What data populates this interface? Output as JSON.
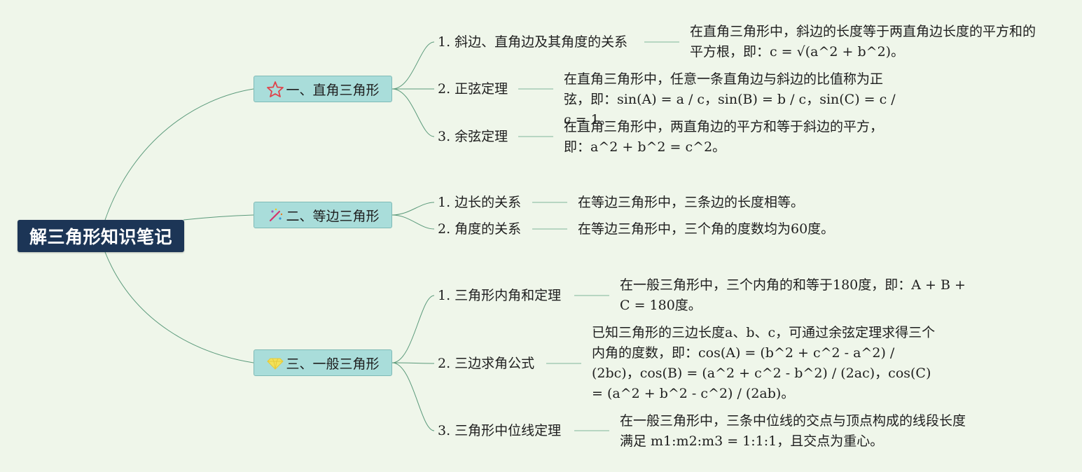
{
  "root": {
    "title": "解三角形知识笔记"
  },
  "branches": [
    {
      "title": "一、直角三角形",
      "icon": "star-icon",
      "icon_color": "#e0424a",
      "items": [
        {
          "label": "1. 斜边、直角边及其角度的关系",
          "desc": "在直角三角形中，斜边的长度等于两直角边长度的平方和的平方根，即：c = √(a^2 + b^2)。"
        },
        {
          "label": "2. 正弦定理",
          "desc": "在直角三角形中，任意一条直角边与斜边的比值称为正弦，即：sin(A) = a / c，sin(B) = b / c，sin(C) = c / c = 1。"
        },
        {
          "label": "3. 余弦定理",
          "desc": "在直角三角形中，两直角边的平方和等于斜边的平方，即：a^2 + b^2 = c^2。"
        }
      ]
    },
    {
      "title": "二、等边三角形",
      "icon": "magic-wand-icon",
      "icon_color": "#d6336c",
      "items": [
        {
          "label": "1. 边长的关系",
          "desc": "在等边三角形中，三条边的长度相等。"
        },
        {
          "label": "2. 角度的关系",
          "desc": "在等边三角形中，三个角的度数均为60度。"
        }
      ]
    },
    {
      "title": "三、一般三角形",
      "icon": "diamond-icon",
      "icon_color": "#f3e25a",
      "items": [
        {
          "label": "1. 三角形内角和定理",
          "desc": "在一般三角形中，三个内角的和等于180度，即：A + B + C = 180度。"
        },
        {
          "label": "2. 三边求角公式",
          "desc": "已知三角形的三边长度a、b、c，可通过余弦定理求得三个内角的度数，即：cos(A) = (b^2 + c^2 - a^2) / (2bc)，cos(B) = (a^2 + c^2 - b^2) / (2ac)，cos(C) = (a^2 + b^2 - c^2) / (2ab)。"
        },
        {
          "label": "3. 三角形中位线定理",
          "desc": "在一般三角形中，三条中位线的交点与顶点构成的线段长度满足 m1:m2:m3 = 1:1:1，且交点为重心。"
        }
      ]
    }
  ]
}
